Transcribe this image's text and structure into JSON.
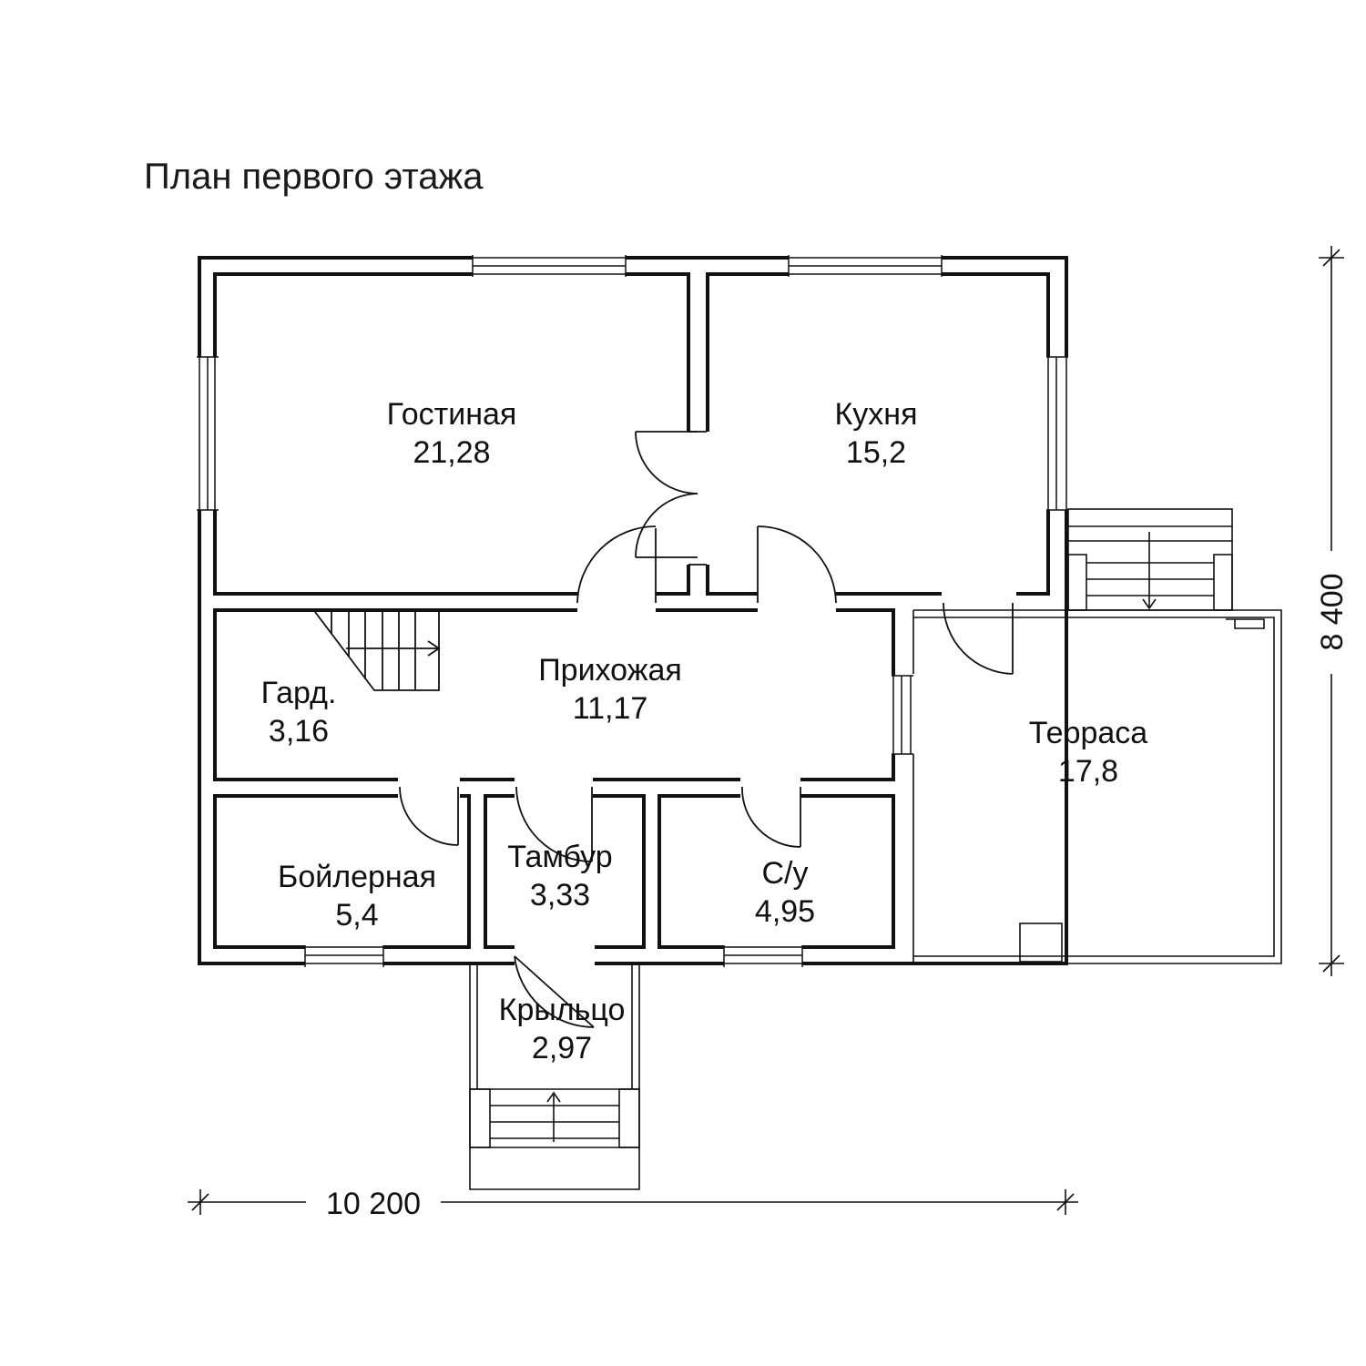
{
  "title": "План первого этажа",
  "rooms": [
    {
      "name": "Гостиная",
      "area": "21,28"
    },
    {
      "name": "Кухня",
      "area": "15,2"
    },
    {
      "name": "Прихожая",
      "area": "11,17"
    },
    {
      "name": "Гард.",
      "area": "3,16"
    },
    {
      "name": "Терраса",
      "area": "17,8"
    },
    {
      "name": "Бойлерная",
      "area": "5,4"
    },
    {
      "name": "Тамбур",
      "area": "3,33"
    },
    {
      "name": "С/у",
      "area": "4,95"
    },
    {
      "name": "Крыльцо",
      "area": "2,97"
    }
  ],
  "dimensions": {
    "width": "10 200",
    "height": "8 400"
  },
  "colors": {
    "line": "#111111",
    "background": "#ffffff"
  }
}
